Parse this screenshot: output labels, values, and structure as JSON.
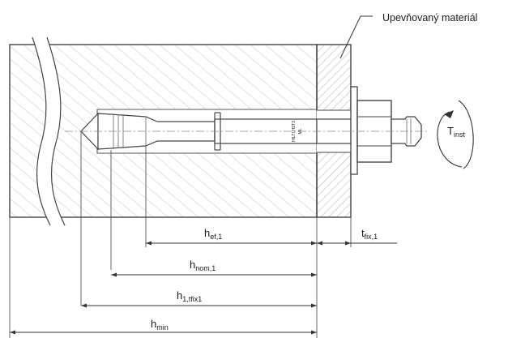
{
  "callout": {
    "label": "Upevňovaný materiál"
  },
  "torque": {
    "main": "T",
    "sub": "inst"
  },
  "dimensions": {
    "h_ef": {
      "main": "h",
      "sub": "ef,1"
    },
    "t_fix": {
      "main": "t",
      "sub": "fix,1"
    },
    "h_nom": {
      "main": "h",
      "sub": "nom,1"
    },
    "h_1": {
      "main": "h",
      "sub": "1,tfix1"
    },
    "h_min": {
      "main": "h",
      "sub": "min"
    }
  },
  "anchor_marking": {
    "line1": "HILTI HST3",
    "line2": "ML"
  }
}
